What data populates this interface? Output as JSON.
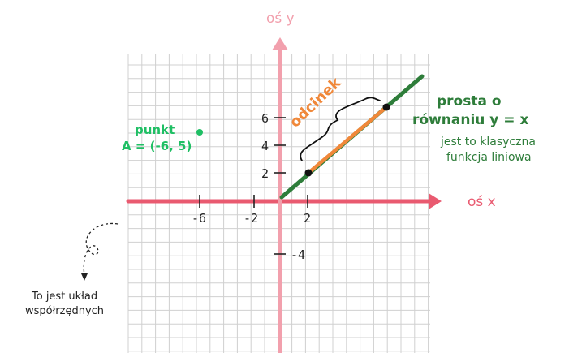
{
  "axes": {
    "y_label": "oś y",
    "x_label": "oś x"
  },
  "ticks": {
    "x": [
      "-6",
      "-2",
      "2"
    ],
    "y": [
      "6",
      "4",
      "2",
      "-4"
    ]
  },
  "point": {
    "label": "punkt",
    "coords": "A = (-6, 5)"
  },
  "line": {
    "title_line1": "prosta o",
    "title_line2": "równaniu y = x",
    "desc_line1": "jest to klasyczna",
    "desc_line2": "funkcja liniowa"
  },
  "segment": {
    "label": "odcinek"
  },
  "note": {
    "line1": "To jest układ",
    "line2": "współrzędnych"
  },
  "colors": {
    "axis": "#e95a70",
    "axis_label": "#f2a0ad",
    "line": "#2e7d3a",
    "segment": "#f0883a",
    "point": "#1fbf64",
    "grid": "#d0d0d0"
  }
}
